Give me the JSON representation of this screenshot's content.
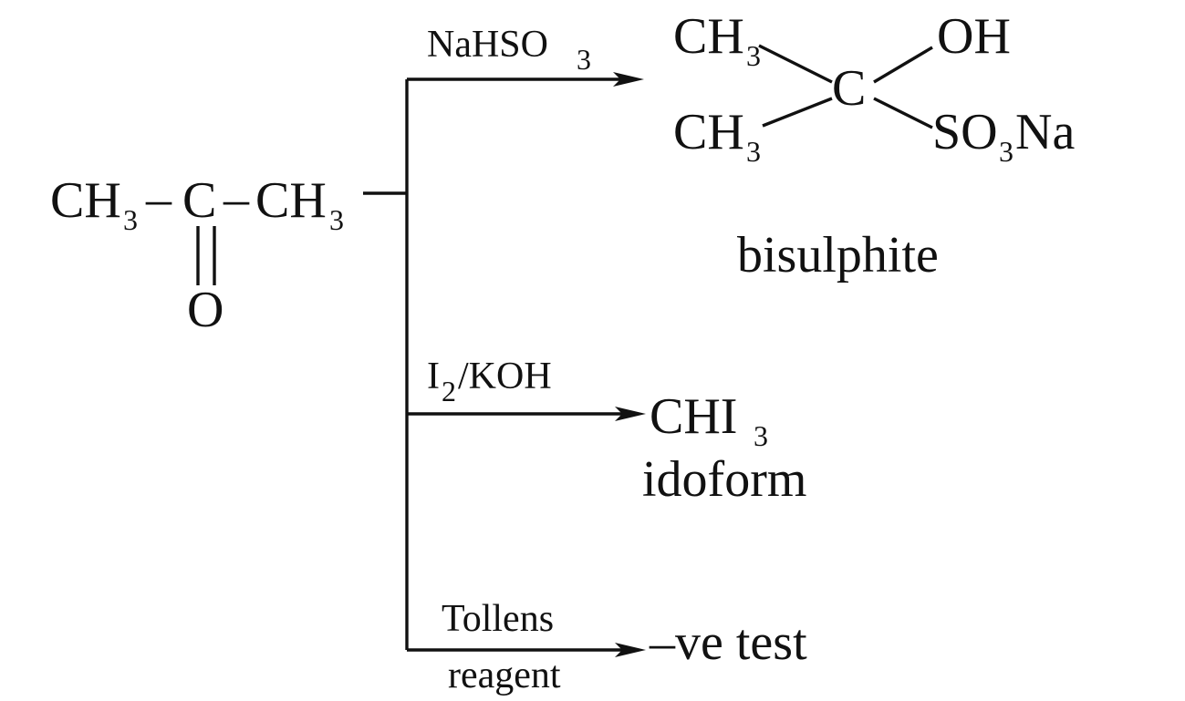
{
  "reactant": {
    "left_group": "CH",
    "left_sub": "3",
    "dash1": "–",
    "center": "C",
    "dash2": "–",
    "right_group": "CH",
    "right_sub": "3",
    "oxygen": "O"
  },
  "branches": [
    {
      "reagent": "NaHSO",
      "reagent_sub": "3",
      "product": {
        "top_left": "CH",
        "top_left_sub": "3",
        "bottom_left": "CH",
        "bottom_left_sub": "3",
        "center": "C",
        "top_right": "OH",
        "bottom_right_a": "SO",
        "bottom_right_sub": "3",
        "bottom_right_b": "Na"
      },
      "product_name": "bisulphite"
    },
    {
      "reagent": "I",
      "reagent_sub": "2",
      "reagent_rest": "/KOH",
      "product": {
        "formula": "CHI",
        "formula_sub": "3"
      },
      "product_name": "idoform"
    },
    {
      "reagent_line1": "Tollens",
      "reagent_line2": "reagent",
      "product_text": "–ve test"
    }
  ]
}
